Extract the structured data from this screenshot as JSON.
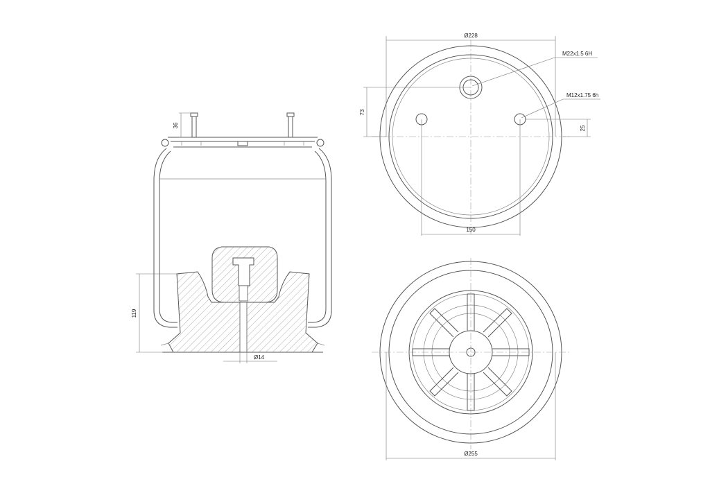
{
  "dimensions": {
    "top_diameter": "Ø228",
    "bottom_diameter": "Ø255",
    "thread_large": "M22x1.5 6H",
    "thread_small": "M12x1.75 6h",
    "dim_73": "73",
    "dim_25": "25",
    "dim_150": "150",
    "dim_36": "36",
    "dim_119": "119",
    "bore_diameter": "Ø14"
  }
}
